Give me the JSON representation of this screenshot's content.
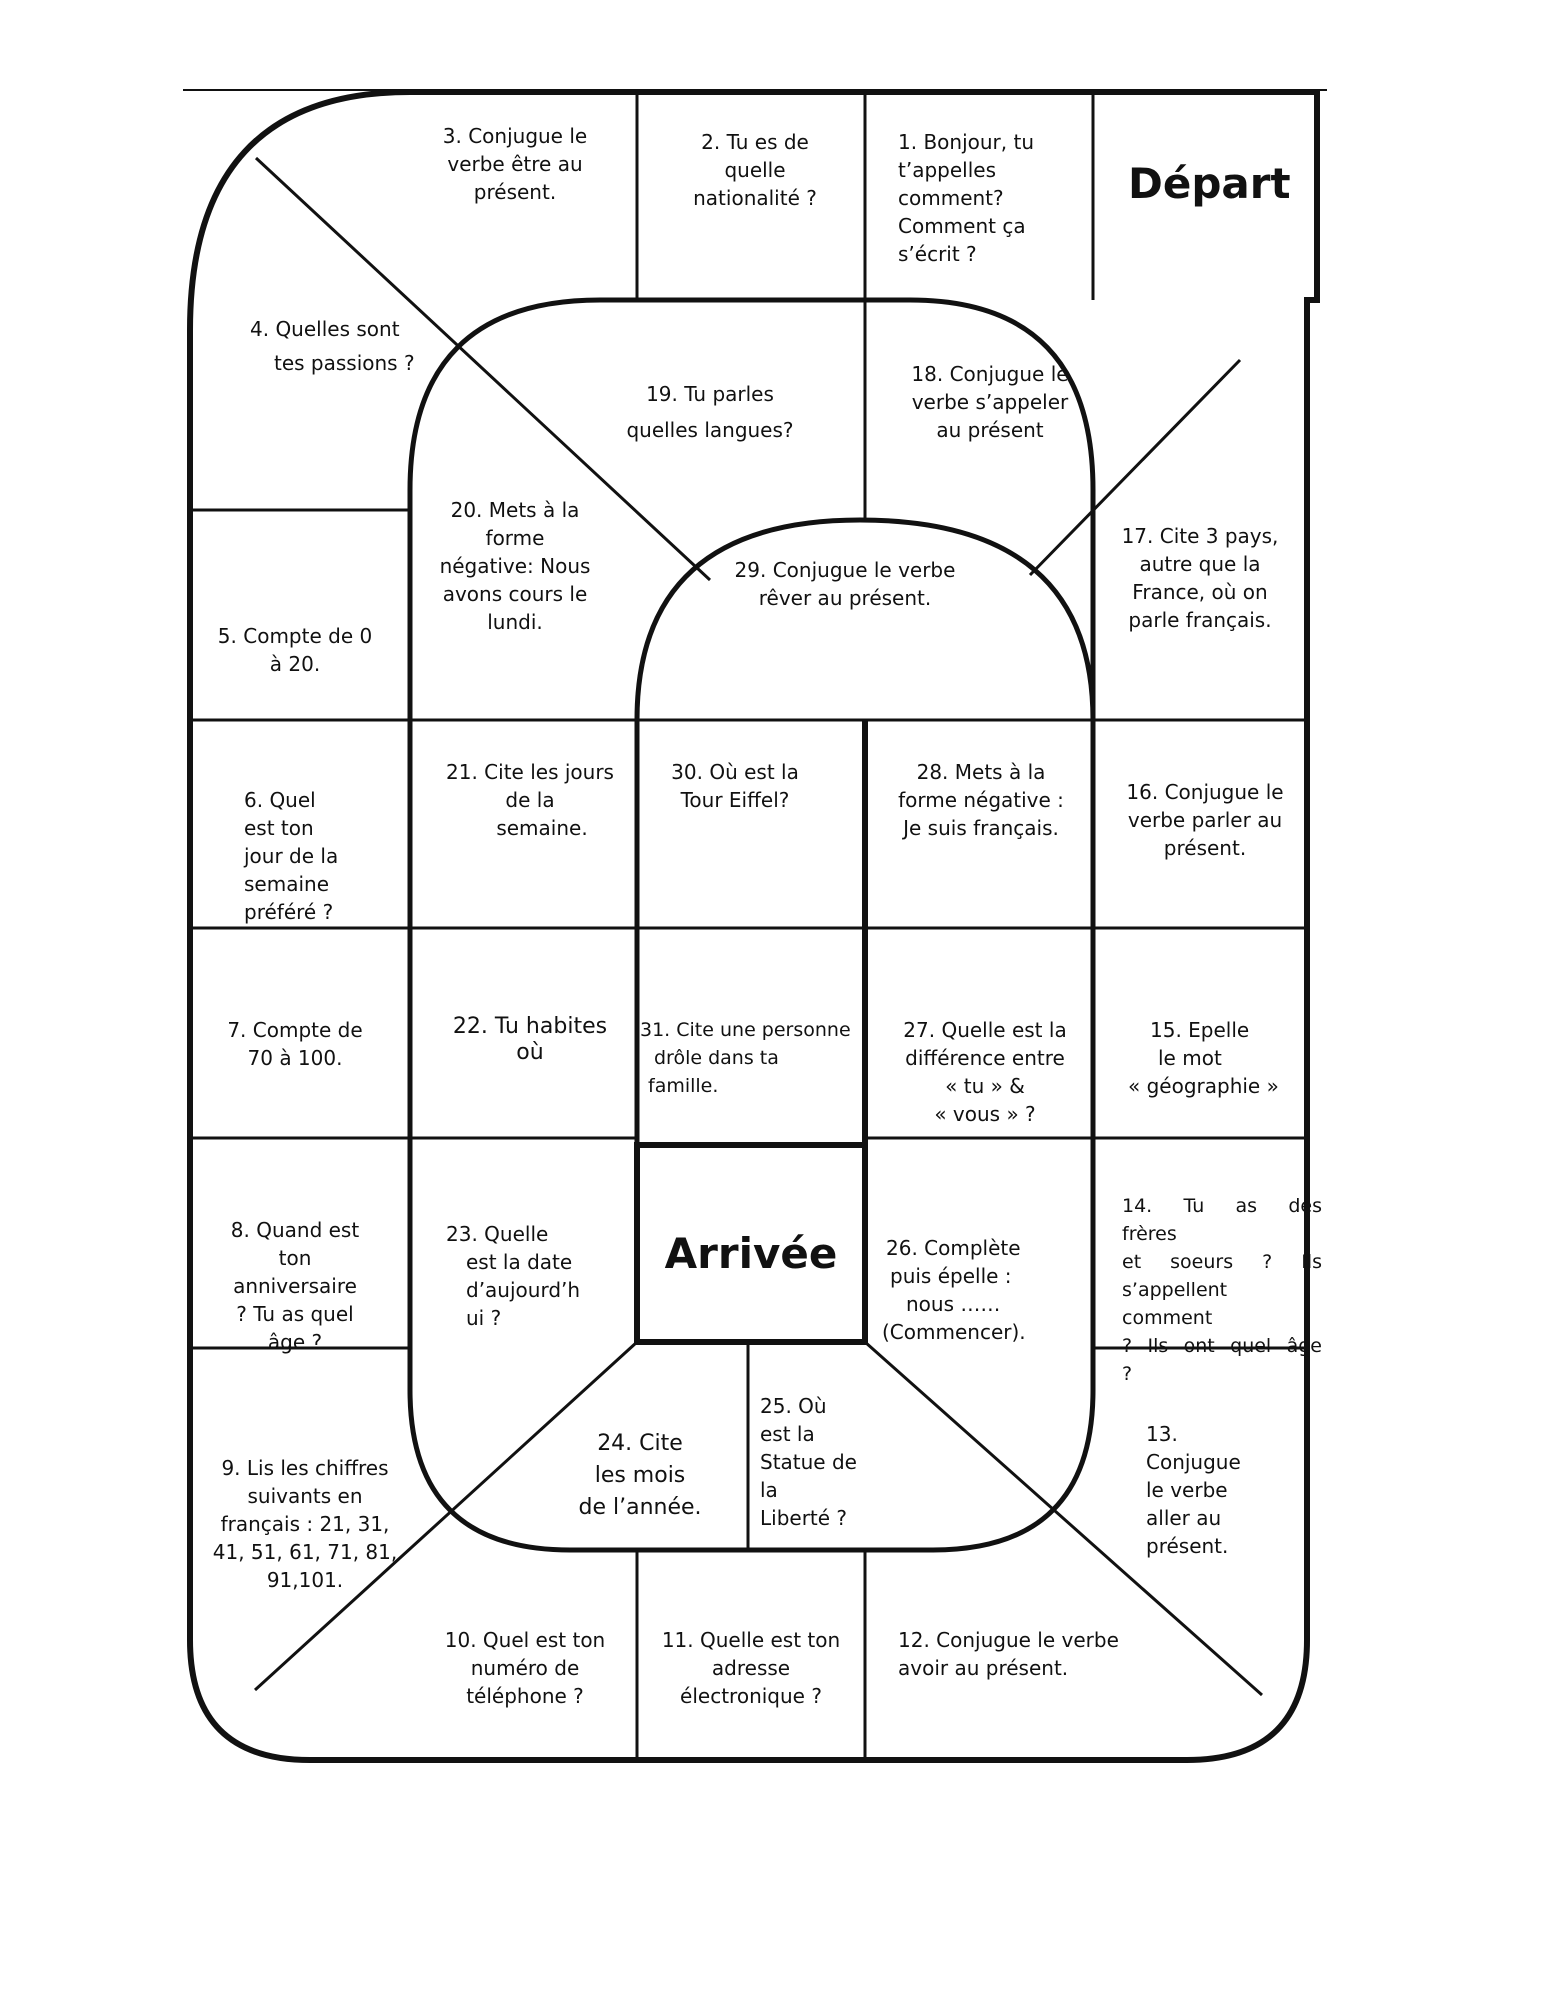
{
  "board": {
    "start_label": "Départ",
    "finish_label": "Arrivée",
    "squares": [
      {
        "n": 1,
        "lines": [
          "1. Bonjour, tu",
          "t’appelles",
          "comment?",
          "Comment ça",
          "s’écrit ?"
        ]
      },
      {
        "n": 2,
        "lines": [
          "2. Tu es de",
          "quelle",
          "nationalité ?"
        ]
      },
      {
        "n": 3,
        "lines": [
          "3. Conjugue le",
          "verbe être au",
          "présent."
        ]
      },
      {
        "n": 4,
        "lines": [
          "4. Quelles sont",
          "tes passions ?"
        ]
      },
      {
        "n": 5,
        "lines": [
          "5. Compte de 0",
          "à 20."
        ]
      },
      {
        "n": 6,
        "lines": [
          "6. Quel",
          "est ton",
          "jour de la",
          "semaine",
          "préféré ?"
        ]
      },
      {
        "n": 7,
        "lines": [
          "7. Compte de",
          "70 à 100."
        ]
      },
      {
        "n": 8,
        "lines": [
          "8. Quand est",
          "ton",
          "anniversaire",
          "? Tu as quel",
          "âge ?"
        ]
      },
      {
        "n": 9,
        "lines": [
          "9. Lis les chiffres",
          "suivants en",
          "français : 21, 31,",
          "41, 51, 61, 71, 81,",
          "91,101."
        ]
      },
      {
        "n": 10,
        "lines": [
          "10. Quel est ton",
          "numéro de",
          "téléphone ?"
        ]
      },
      {
        "n": 11,
        "lines": [
          "11. Quelle est ton",
          "adresse",
          "électronique ?"
        ]
      },
      {
        "n": 12,
        "lines": [
          "12. Conjugue le verbe",
          "avoir au présent."
        ]
      },
      {
        "n": 13,
        "lines": [
          "13.",
          "Conjugue",
          "le verbe",
          "aller au",
          "présent."
        ]
      },
      {
        "n": 14,
        "lines": [
          "14. Tu as des frères",
          "et soeurs ? Ils",
          "s’appellent comment",
          "? Ils ont quel âge ?"
        ]
      },
      {
        "n": 15,
        "lines": [
          "15. Epelle",
          "le mot",
          "« géographie »"
        ]
      },
      {
        "n": 16,
        "lines": [
          "16. Conjugue le",
          "verbe parler au",
          "présent."
        ]
      },
      {
        "n": 17,
        "lines": [
          "17. Cite 3 pays,",
          "autre que la",
          "France, où on",
          "parle français."
        ]
      },
      {
        "n": 18,
        "lines": [
          "18. Conjugue le",
          "verbe s’appeler",
          "au présent"
        ]
      },
      {
        "n": 19,
        "lines": [
          "19. Tu parles",
          "quelles langues?"
        ]
      },
      {
        "n": 20,
        "lines": [
          "20. Mets à la",
          "forme",
          "négative: Nous",
          "avons cours le",
          "lundi."
        ]
      },
      {
        "n": 21,
        "lines": [
          "21. Cite les jours",
          "de la",
          "semaine."
        ]
      },
      {
        "n": 22,
        "lines": [
          "22. Tu habites",
          "où"
        ]
      },
      {
        "n": 23,
        "lines": [
          "23. Quelle",
          "est la date",
          "d’aujourd’h",
          "ui ?"
        ]
      },
      {
        "n": 24,
        "lines": [
          "24. Cite",
          "les mois",
          "de l’année."
        ]
      },
      {
        "n": 25,
        "lines": [
          "25. Où",
          "est la",
          "Statue de",
          "la",
          "Liberté ?"
        ]
      },
      {
        "n": 26,
        "lines": [
          "26. Complète",
          "puis épelle :",
          "nous ……",
          "(Commencer)."
        ]
      },
      {
        "n": 27,
        "lines": [
          "27. Quelle est la",
          "différence entre",
          "« tu » &",
          "« vous » ?"
        ]
      },
      {
        "n": 28,
        "lines": [
          "28. Mets à la",
          "forme négative :",
          "Je suis français."
        ]
      },
      {
        "n": 29,
        "lines": [
          "29. Conjugue le verbe",
          "rêver au présent."
        ]
      },
      {
        "n": 30,
        "lines": [
          "30. Où est la",
          "Tour Eiffel?"
        ]
      },
      {
        "n": 31,
        "lines": [
          "31. Cite une personne",
          "drôle dans ta",
          "famille."
        ]
      }
    ]
  }
}
